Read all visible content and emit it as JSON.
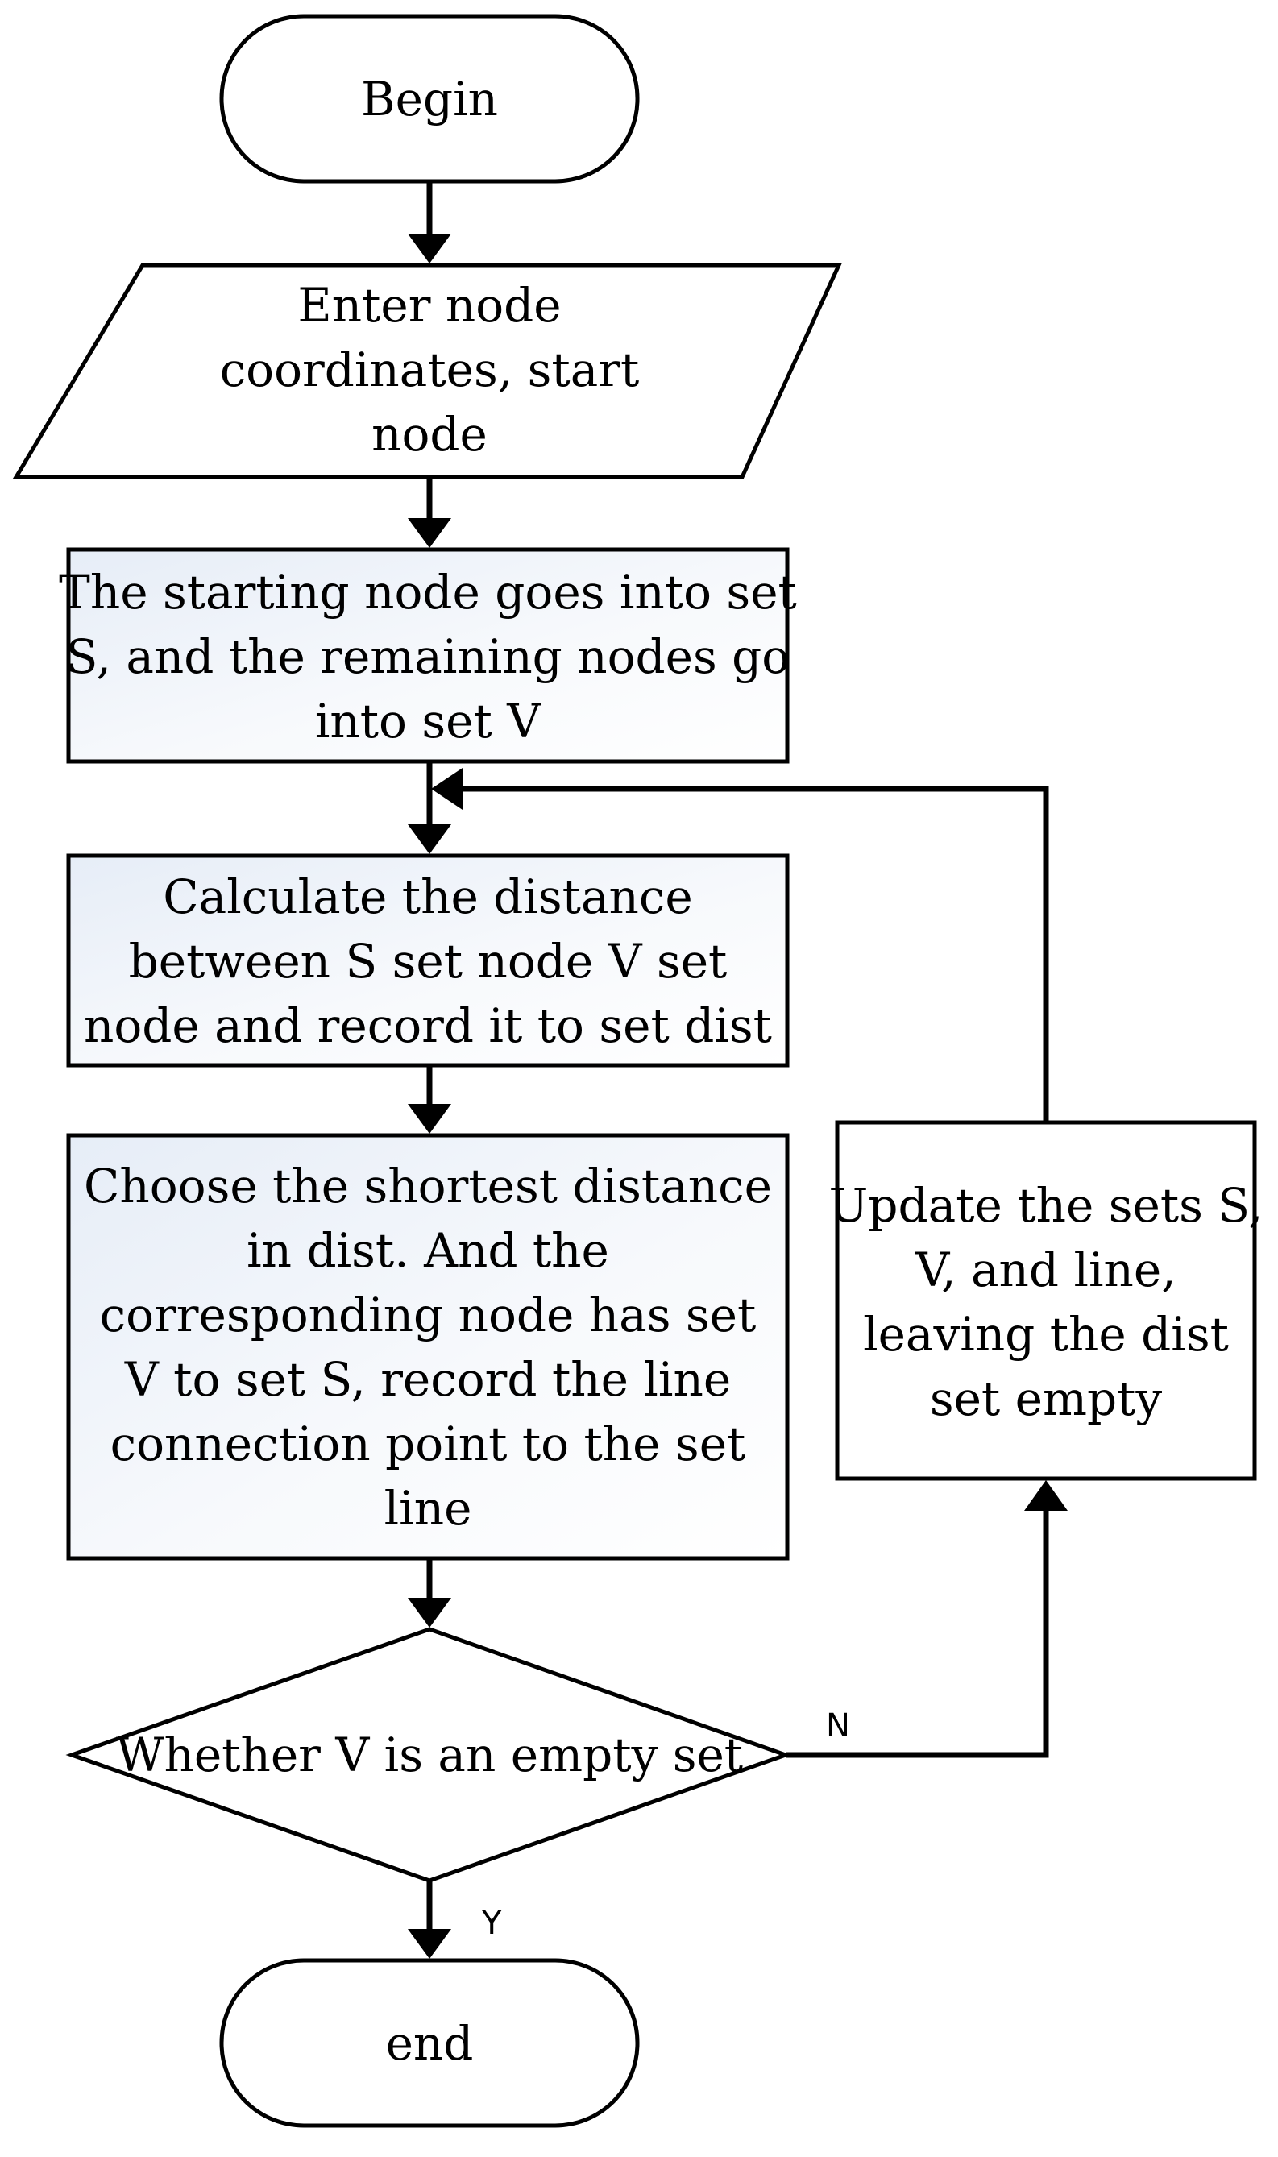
{
  "flowchart": {
    "begin": {
      "label": "Begin"
    },
    "input": {
      "lines": [
        "Enter node",
        "coordinates, start",
        "node"
      ]
    },
    "init": {
      "lines": [
        "The starting node goes into set",
        "S, and the remaining nodes go",
        "into set V"
      ]
    },
    "calc": {
      "lines": [
        "Calculate the distance",
        "between S set node V set",
        "node and record it to set dist"
      ]
    },
    "choose": {
      "lines": [
        "Choose the shortest distance",
        "in dist. And the",
        "corresponding node has set",
        "V to set S, record the line",
        "connection point to the set",
        "line"
      ]
    },
    "decision": {
      "label": "Whether V is an empty set"
    },
    "update": {
      "lines": [
        "Update the sets S,",
        "V, and line,",
        "leaving the dist",
        "set empty"
      ]
    },
    "end": {
      "label": "end"
    },
    "edge_labels": {
      "no": "N",
      "yes": "Y"
    }
  },
  "colors": {
    "box_fill_light": "#eef3fa",
    "box_fill_white": "#ffffff",
    "stroke": "#000000"
  }
}
